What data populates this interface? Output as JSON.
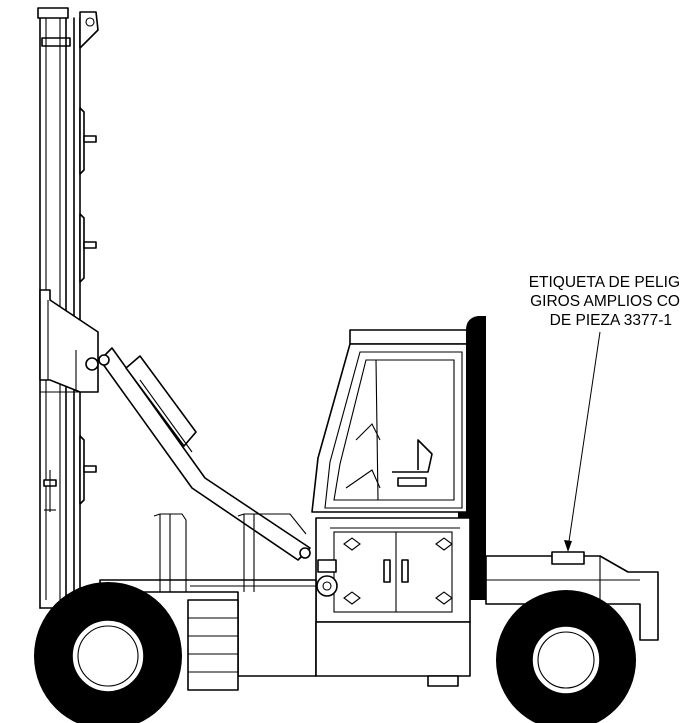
{
  "callout": {
    "line1": "ETIQUETA DE PELIG",
    "line2": "GIROS AMPLIOS CO",
    "line3": "DE PIEZA 3377-1"
  }
}
